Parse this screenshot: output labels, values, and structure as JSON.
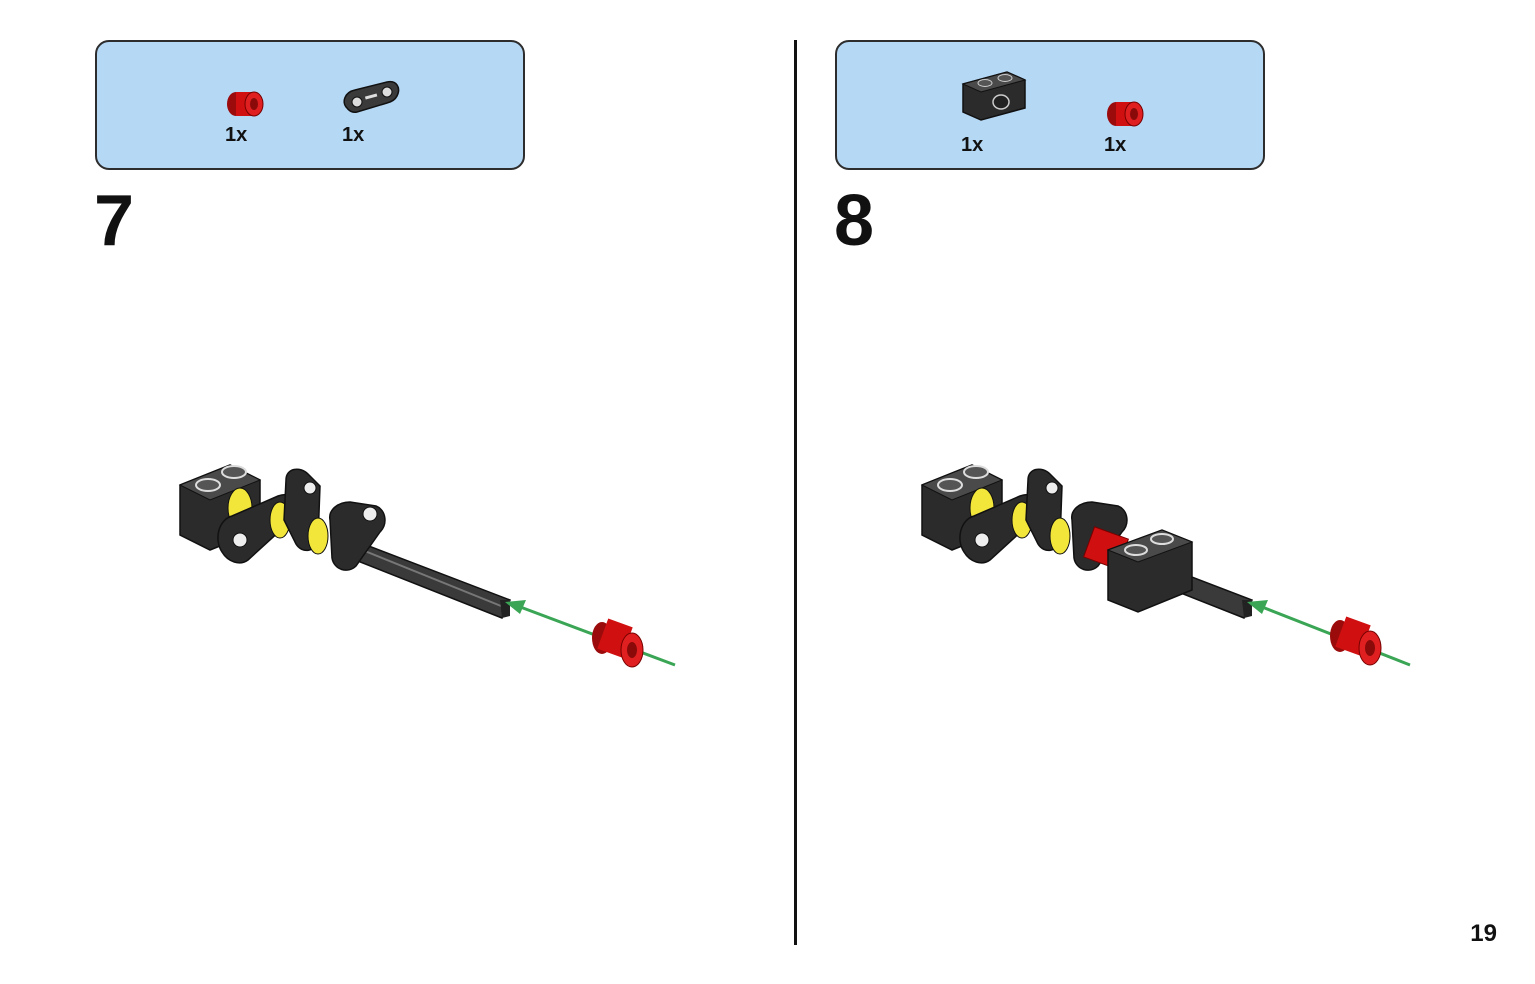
{
  "page_number": "19",
  "steps": [
    {
      "number": "7",
      "parts": [
        {
          "icon": "red-axle-pin-icon",
          "qty": "1x"
        },
        {
          "icon": "black-beam-2-icon",
          "qty": "1x"
        }
      ]
    },
    {
      "number": "8",
      "parts": [
        {
          "icon": "black-technic-brick-1x2-icon",
          "qty": "1x"
        },
        {
          "icon": "red-axle-pin-icon",
          "qty": "1x"
        }
      ]
    }
  ],
  "colors": {
    "parts_box_bg": "#b5d8f5",
    "brick_black": "#2b2b2b",
    "bush_red": "#d01010",
    "bush_yellow": "#f2e63a",
    "arrow_green": "#3aa655"
  }
}
